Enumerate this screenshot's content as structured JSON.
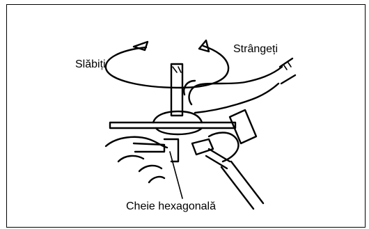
{
  "labels": {
    "loosen": "Slăbiți",
    "tighten": "Strângeți",
    "hex_key": "Cheie hexagonală"
  },
  "icons": {
    "rotation": "double-headed-rotation-arrow",
    "tool": "hex-key-wrench"
  },
  "colors": {
    "ink": "#000000",
    "paper": "#ffffff"
  }
}
